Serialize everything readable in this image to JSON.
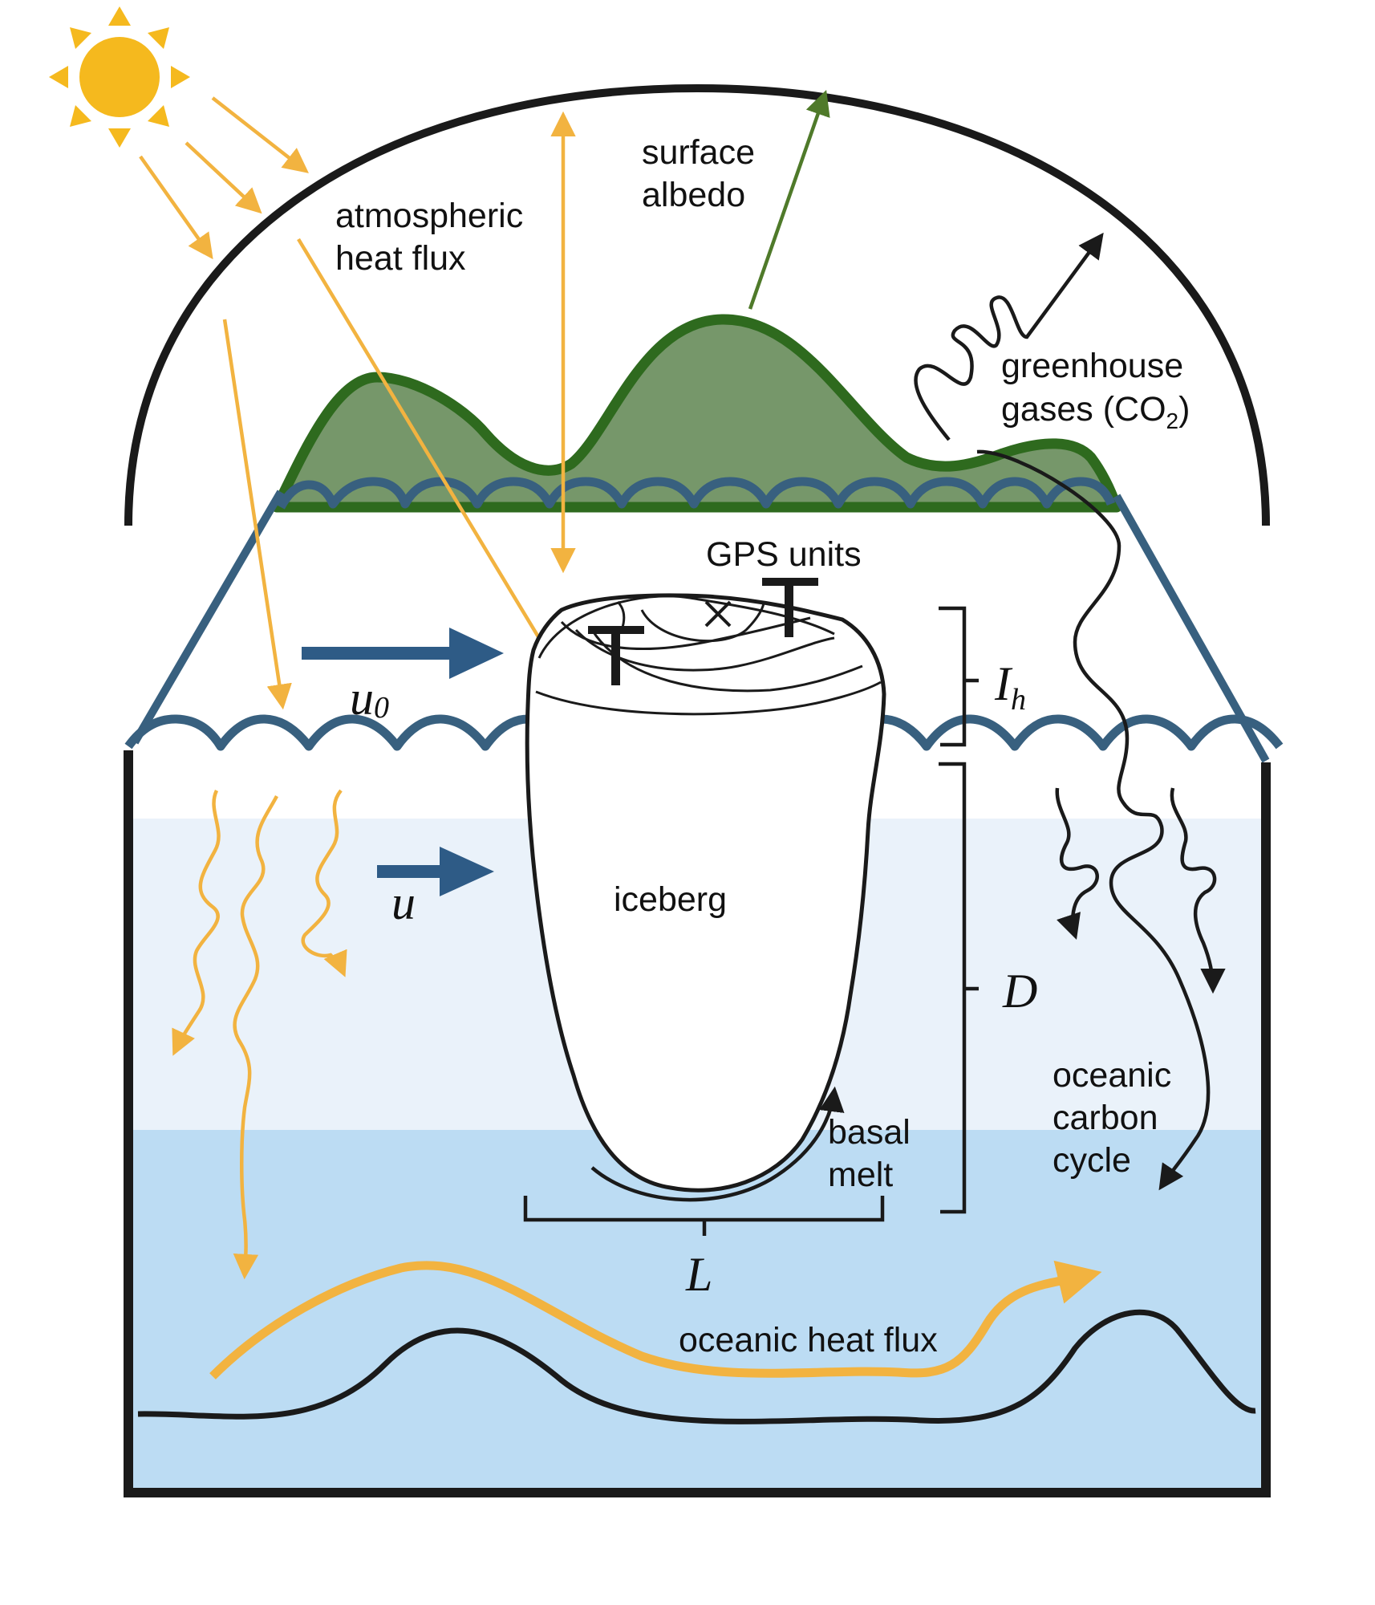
{
  "labels": {
    "atmospheric_heat_flux": [
      "atmospheric",
      "heat flux"
    ],
    "surface_albedo": [
      "surface",
      "albedo"
    ],
    "greenhouse_gases": [
      "greenhouse",
      "gases (CO",
      "2",
      ")"
    ],
    "gps_units": "GPS units",
    "iceberg": "iceberg",
    "basal_melt": [
      "basal",
      "melt"
    ],
    "oceanic_carbon_cycle": [
      "oceanic",
      "carbon",
      "cycle"
    ],
    "oceanic_heat_flux": "oceanic heat flux"
  },
  "symbols": {
    "u0": [
      "u",
      "0"
    ],
    "u": "u",
    "ih": [
      "I",
      "h"
    ],
    "d": "D",
    "l": "L"
  },
  "colors": {
    "sun": "#f5b91e",
    "heat_arrow": "#f2b340",
    "albedo_arrow": "#4f7a2a",
    "hill_fill": "#76976a",
    "hill_stroke": "#2e6a1e",
    "water_line": "#38607f",
    "flow_arrow": "#2e5b86",
    "ocean_upper": "#eaf2fa",
    "ocean_lower": "#bcdcf3",
    "outline": "#1a1a1a"
  },
  "icons": [
    "sun-icon",
    "gps-unit-icon"
  ]
}
